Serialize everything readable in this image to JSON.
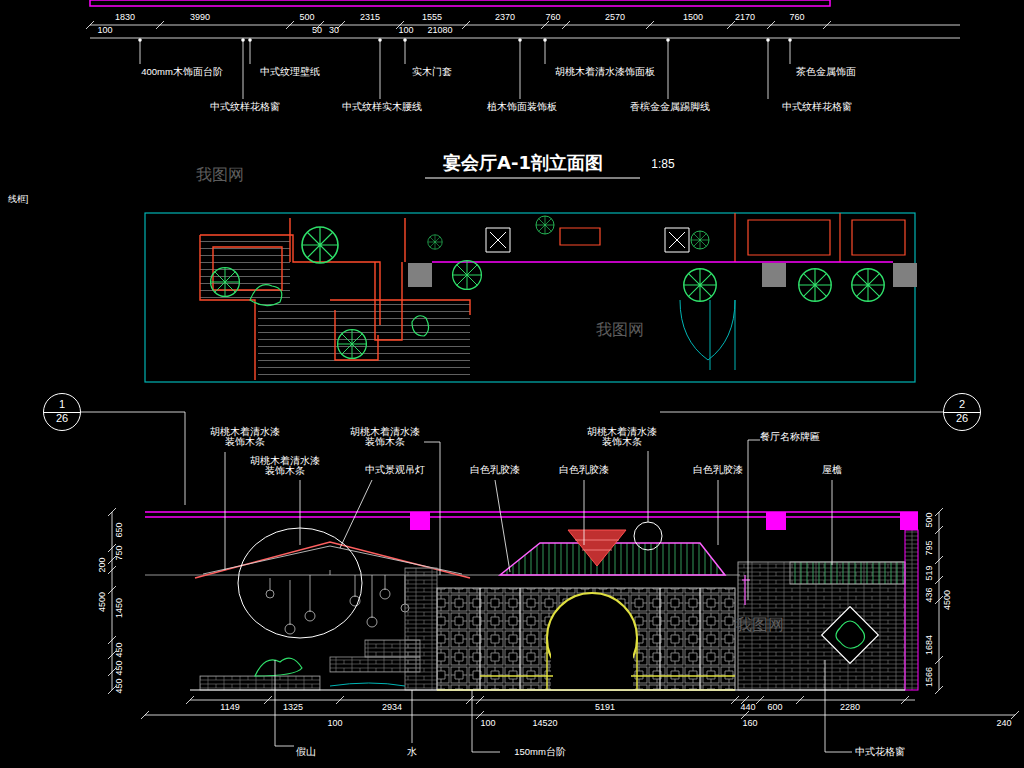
{
  "diagram": {
    "title": "宴会厅A-1剖立面图",
    "nodes": [
      {
        "text": [
          "1",
          "26"
        ]
      },
      {
        "text": [
          "2",
          "26"
        ]
      }
    ],
    "labels": [
      "1830",
      "3990",
      "500",
      "2315",
      "1555",
      "2370",
      "760",
      "2570",
      "1500",
      "2170",
      "760",
      "100",
      "50",
      "30",
      "100",
      "21080",
      "400mm木饰面台阶",
      "中式纹理壁纸",
      "实木门套",
      "胡桃木着清水漆饰面板",
      "茶色金属饰面",
      "中式纹样花格窗",
      "中式纹样实木腰线",
      "植木饰面装饰板",
      "香槟金金属踢脚线",
      "中式纹样花格窗",
      "1:85",
      "线框]",
      "胡桃木着清水漆装饰木条",
      "胡桃木着清水漆装饰木条",
      "中式景观吊灯",
      "胡桃木着清水漆装饰木条",
      "白色乳胶漆",
      "白色乳胶漆",
      "胡桃木着清水漆装饰木条",
      "白色乳胶漆",
      "餐厅名称牌匾",
      "屋檐",
      "650",
      "750",
      "200",
      "4500",
      "1450",
      "450",
      "450",
      "450",
      "500",
      "795",
      "519",
      "436",
      "4500",
      "1684",
      "1566",
      "1149",
      "1325",
      "2934",
      "5191",
      "440",
      "600",
      "2280",
      "100",
      "100",
      "14520",
      "160",
      "240",
      "假山",
      "水",
      "150mm台阶",
      "中式花格窗",
      "我图网",
      "我图网",
      "我图网"
    ]
  }
}
